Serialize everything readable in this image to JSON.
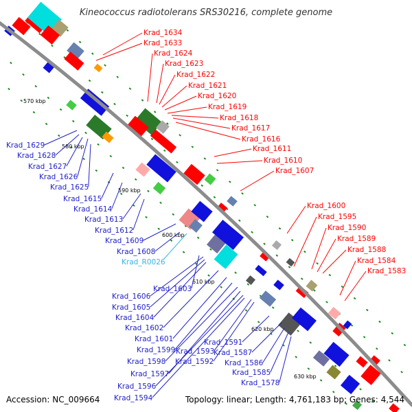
{
  "title": "Kineococcus radiotolerans SRS30216, complete genome",
  "accession": "Accession: NC_009664",
  "summary": "Topology: linear; Length: 4,761,183 bp; Genes: 4,544",
  "colors": {
    "backbone": "#8c8c8c",
    "forward_label": "#ff0000",
    "reverse_label": "#2020c8",
    "rna_label": "#33b5e5",
    "dots": "#1a8a1a"
  },
  "scale_ticks": [
    "570 kbp",
    "580 kbp",
    "590 kbp",
    "600 kbp",
    "610 kbp",
    "620 kbp",
    "630 kbp"
  ],
  "forward_genes": [
    "Krad_1634",
    "Krad_1633",
    "Krad_1624",
    "Krad_1623",
    "Krad_1622",
    "Krad_1621",
    "Krad_1620",
    "Krad_1619",
    "Krad_1618",
    "Krad_1617",
    "Krad_1616",
    "Krad_1611",
    "Krad_1610",
    "Krad_1607",
    "Krad_1600",
    "Krad_1595",
    "Krad_1590",
    "Krad_1589",
    "Krad_1588",
    "Krad_1584",
    "Krad_1583"
  ],
  "reverse_genes": [
    "Krad_1629",
    "Krad_1628",
    "Krad_1627",
    "Krad_1626",
    "Krad_1625",
    "Krad_1615",
    "Krad_1614",
    "Krad_1613",
    "Krad_1612",
    "Krad_1609",
    "Krad_1608",
    "Krad_1603",
    "Krad_1606",
    "Krad_1605",
    "Krad_1604",
    "Krad_1602",
    "Krad_1601",
    "Krad_1599",
    "Krad_1598",
    "Krad_1597",
    "Krad_1596",
    "Krad_1594",
    "Krad_1593",
    "Krad_1592",
    "Krad_1591",
    "Krad_1587",
    "Krad_1586",
    "Krad_1585",
    "Krad_1578"
  ],
  "rna_genes": [
    "Krad_R0026"
  ]
}
